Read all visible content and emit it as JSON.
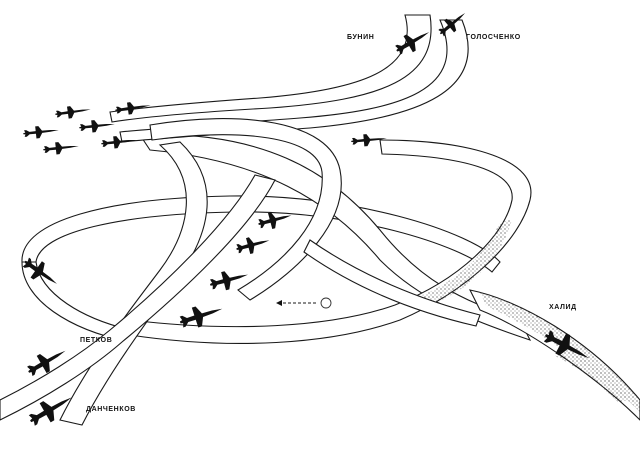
{
  "labels": {
    "bunin": "БУНИН",
    "goloschenko": "ГОЛОСЧЕНКО",
    "petkov": "ПЕТКОВ",
    "danchenkov": "ДАНЧЕНКОВ",
    "khalid": "ХАЛИД"
  },
  "colors": {
    "ink": "#111111",
    "background": "#ffffff"
  }
}
